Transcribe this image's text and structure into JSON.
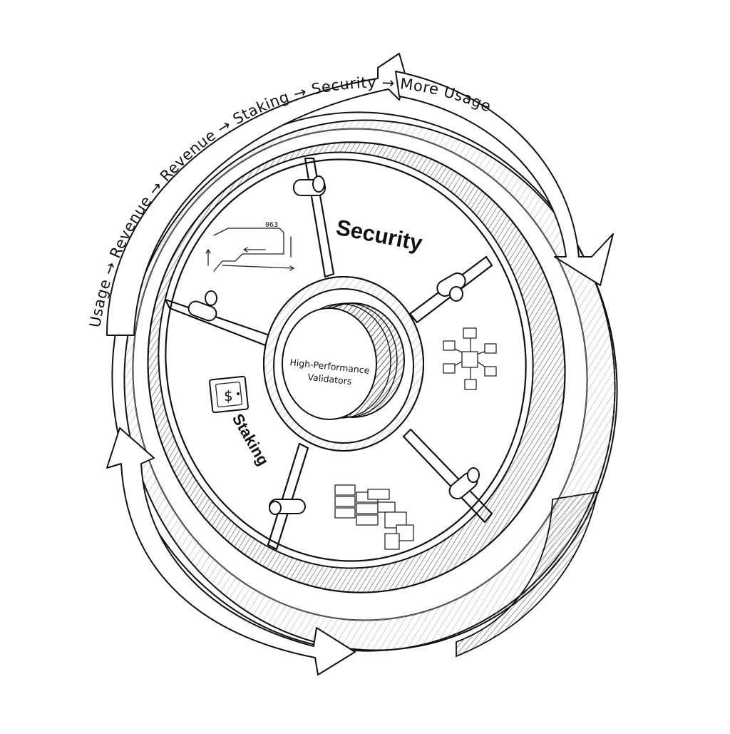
{
  "cycle_text": "Usage → Revenue → Revenue → Staking → Security → More Usage",
  "core": {
    "line1": "High-Performance",
    "line2": "Validators"
  },
  "segments": {
    "security": "Security",
    "staking": "Staking"
  },
  "circuit_tag": "063",
  "colors": {
    "ink": "#111111",
    "paper": "#ffffff",
    "hatch": "#555555"
  }
}
